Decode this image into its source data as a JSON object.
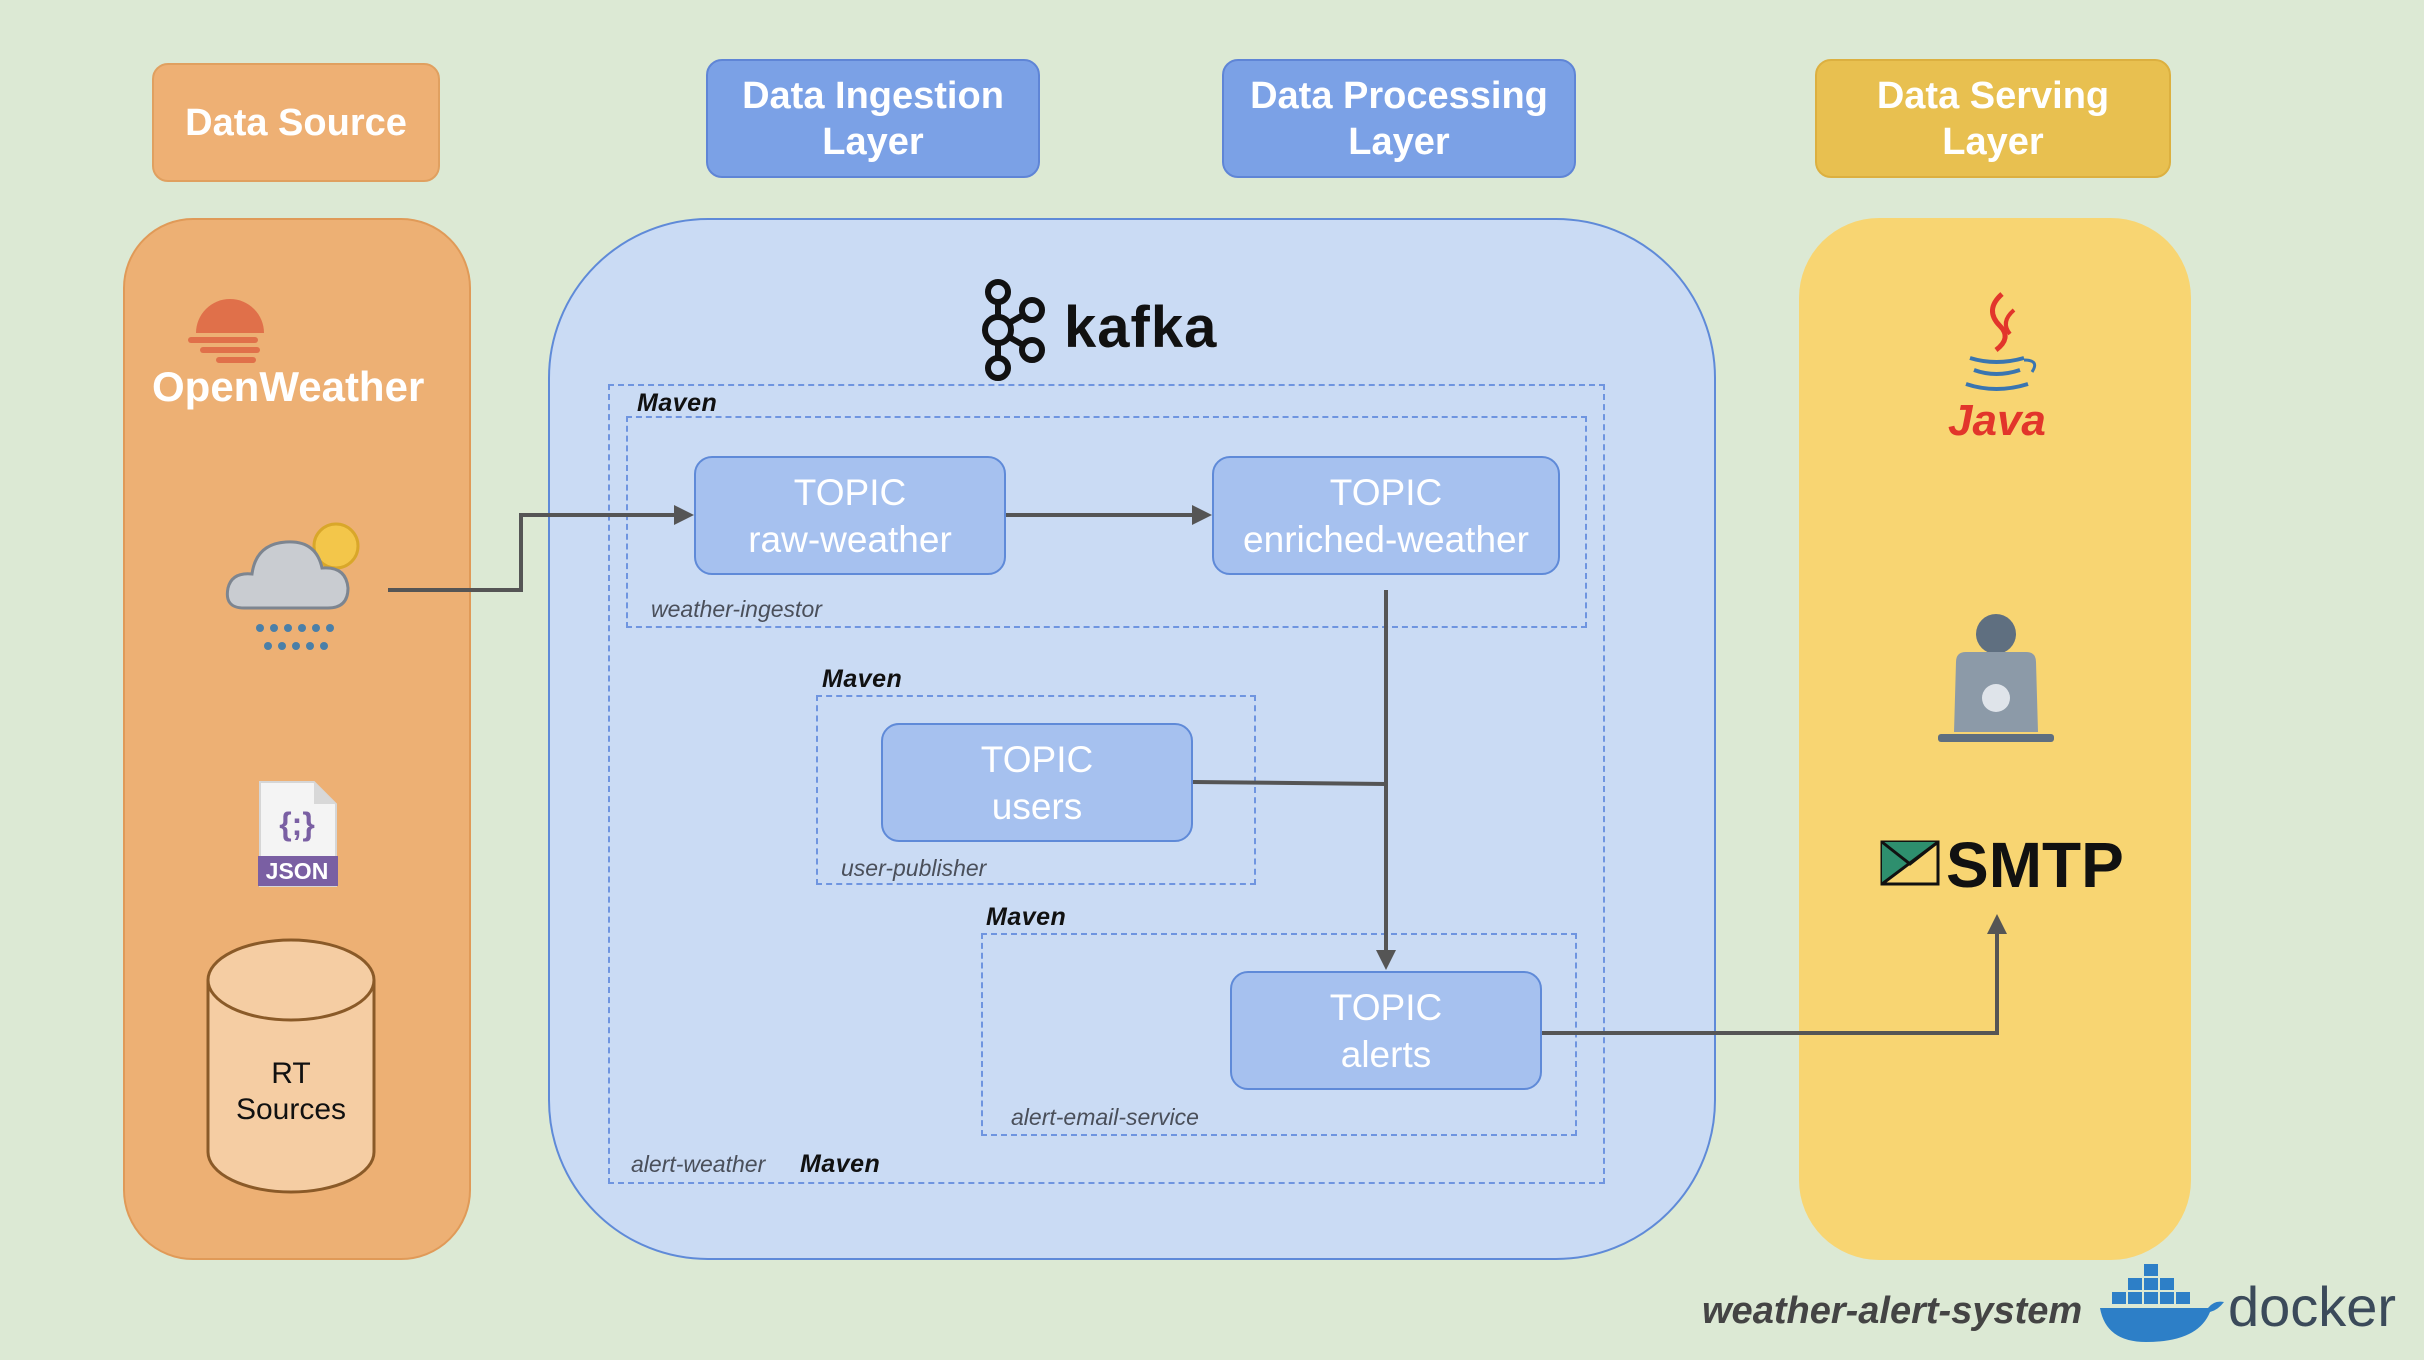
{
  "headers": {
    "source": "Data Source",
    "ingestion": "Data Ingestion\nLayer",
    "processing": "Data Processing\nLayer",
    "serving": "Data Serving\nLayer"
  },
  "source": {
    "openweather_label": "OpenWeather",
    "json_badge": "JSON",
    "rt_sources": "RT\nSources"
  },
  "kafka": {
    "label": "kafka",
    "topics": [
      {
        "word": "TOPIC",
        "name": "raw-weather"
      },
      {
        "word": "TOPIC",
        "name": "enriched-weather"
      },
      {
        "word": "TOPIC",
        "name": "users"
      },
      {
        "word": "TOPIC",
        "name": "alerts"
      }
    ],
    "maven_label": "Maven",
    "services": {
      "ingestor": "weather-ingestor",
      "publisher": "user-publisher",
      "email": "alert-email-service",
      "alert_weather": "alert-weather"
    }
  },
  "serving": {
    "java_label": "Java",
    "smtp_label": "SMTP"
  },
  "footer": {
    "system_name": "weather-alert-system",
    "docker_label": "docker"
  },
  "colors": {
    "background": "#dce9d4",
    "orange_panel": "#edb074",
    "blue_panel": "#cadbf4",
    "yellow_panel": "#f8d572",
    "topic_fill": "#a6c1ef",
    "arrow": "#555555"
  },
  "icons": [
    "openweather-sun-icon",
    "rain-cloud-icon",
    "json-file-icon",
    "database-cylinder-icon",
    "kafka-logo-icon",
    "java-cup-icon",
    "laptop-user-icon",
    "smtp-envelope-icon",
    "docker-whale-icon"
  ]
}
